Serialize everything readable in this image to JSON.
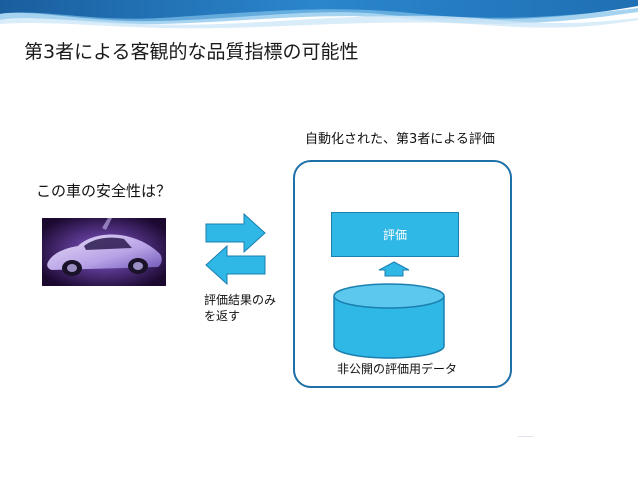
{
  "slide": {
    "title": "第3者による客観的な品質指標の可能性"
  },
  "diagram": {
    "question": "この車の安全性は？",
    "panel_heading": "自動化された、第3者による評価",
    "evaluation_label": "評価",
    "data_label": "非公開の評価用データ",
    "return_label_line1": "評価結果のみ",
    "return_label_line2": "を返す"
  },
  "colors": {
    "accent": "#2fb7e5",
    "panel_border": "#1f6fa8",
    "banner": "#1e78bf"
  }
}
